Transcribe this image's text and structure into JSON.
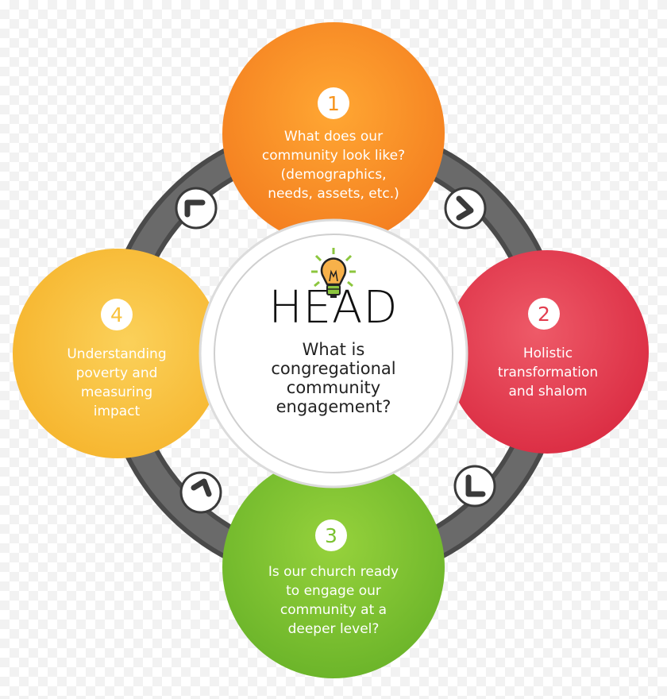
{
  "center": {
    "title": "HEAD",
    "subtitle_lines": [
      "What is",
      "congregational",
      "community",
      "engagement?"
    ],
    "icon": "lightbulb-icon"
  },
  "steps": [
    {
      "number": "1",
      "lines": [
        "What does our",
        "community look like?",
        "(demographics,",
        "needs, assets, etc.)"
      ],
      "color": "#f7941d"
    },
    {
      "number": "2",
      "lines": [
        "Holistic",
        "transformation",
        "and shalom"
      ],
      "color": "#e23d4f"
    },
    {
      "number": "3",
      "lines": [
        "Is our church ready",
        "to engage our",
        "community at a",
        "deeper level?"
      ],
      "color": "#7bc231"
    },
    {
      "number": "4",
      "lines": [
        "Understanding",
        "poverty and",
        "measuring",
        "impact"
      ],
      "color": "#f8c13c"
    }
  ],
  "colors": {
    "ring": "#5d5d5d",
    "arrow_badge": "#ffffff",
    "arrow": "#3a3a3a",
    "center_fill": "#ffffff",
    "center_ring": "#d8d8d8"
  },
  "icons": [
    "chevron-arrow-icon",
    "lightbulb-icon"
  ]
}
